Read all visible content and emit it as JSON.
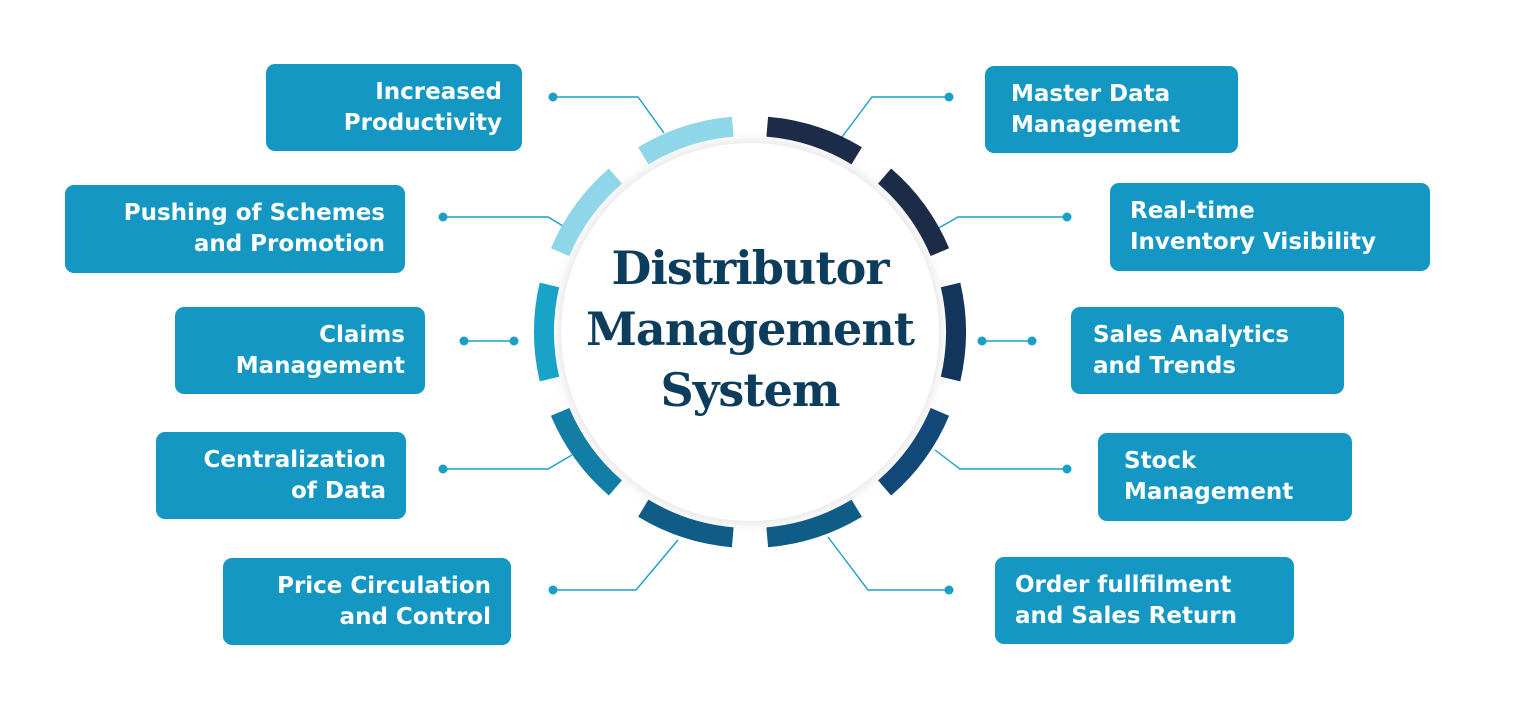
{
  "center": {
    "line1": "Distributor",
    "line2": "Management",
    "line3": "System"
  },
  "left_items": [
    {
      "line1": "Increased",
      "line2": "Productivity"
    },
    {
      "line1": "Pushing of Schemes",
      "line2": "and Promotion"
    },
    {
      "line1": "Claims",
      "line2": "Management"
    },
    {
      "line1": "Centralization",
      "line2": "of Data"
    },
    {
      "line1": "Price Circulation",
      "line2": "and Control"
    }
  ],
  "right_items": [
    {
      "line1": "Master Data",
      "line2": "Management"
    },
    {
      "line1": "Real-time",
      "line2": "Inventory Visibility"
    },
    {
      "line1": "Sales Analytics",
      "line2": "and Trends"
    },
    {
      "line1": "Stock",
      "line2": "Management"
    },
    {
      "line1": "Order fullfilment",
      "line2": "and Sales Return"
    }
  ],
  "colors": {
    "box_fill": "#1497c2",
    "box_text": "#ffffff",
    "title_text": "#0c3d5c",
    "connector": "#1c9fc7",
    "ring_left_segments": [
      "#8fd6e8",
      "#8fd6e8",
      "#1aa3c9",
      "#127ea6",
      "#0f5d86"
    ],
    "ring_right_segments": [
      "#1c2b47",
      "#1c2b47",
      "#14365c",
      "#114877",
      "#0f5d86"
    ]
  }
}
